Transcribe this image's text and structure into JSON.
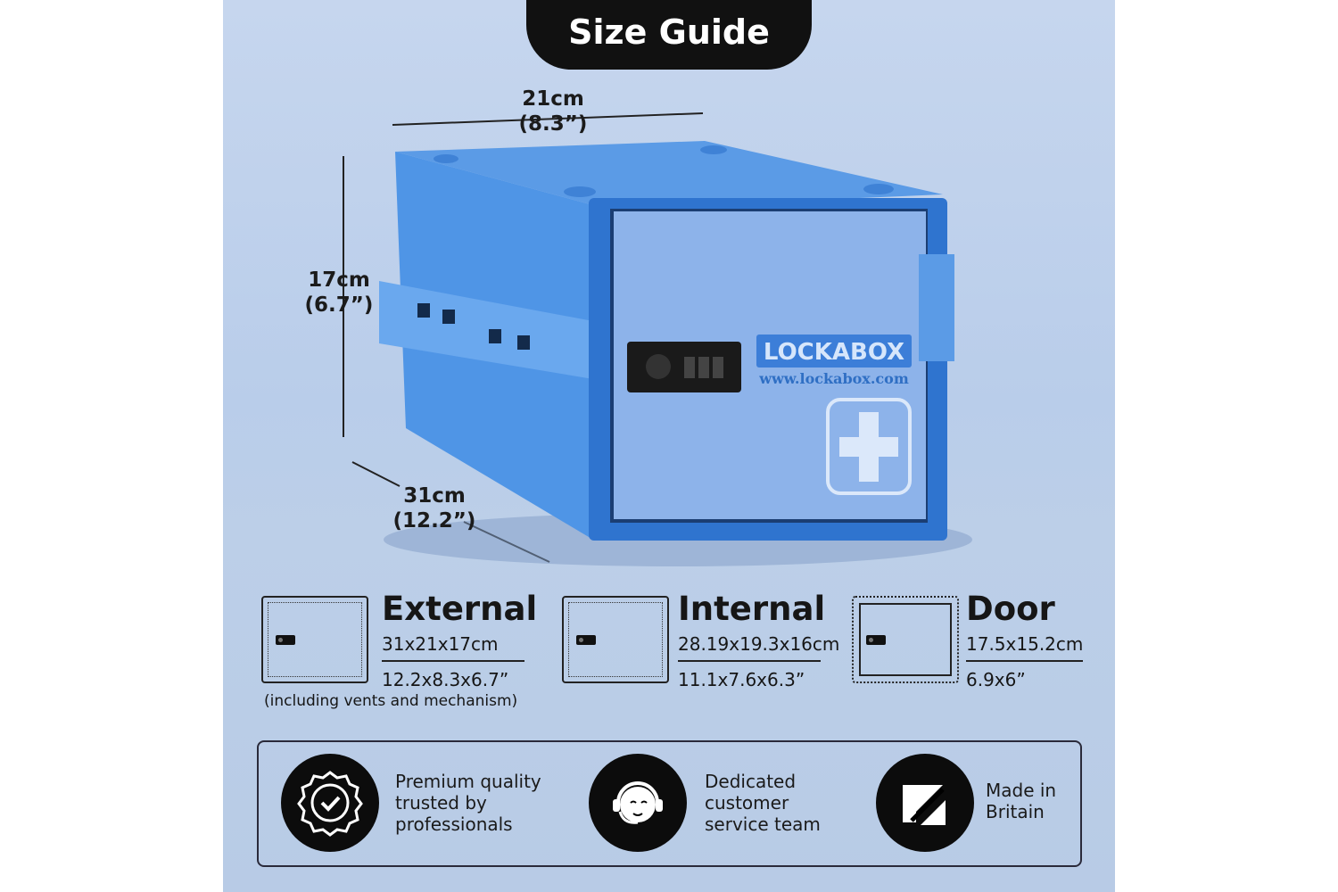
{
  "title": "Size Guide",
  "dimensions": {
    "width": {
      "cm": "21cm",
      "in": "(8.3”)"
    },
    "height": {
      "cm": "17cm",
      "in": "(6.7”)"
    },
    "depth": {
      "cm": "31cm",
      "in": "(12.2”)"
    }
  },
  "product": {
    "brand": "LOCKABOX",
    "url": "www.lockabox.com",
    "colors": {
      "body": "#3b7fd6",
      "door": "#8fb3ea"
    }
  },
  "specs": [
    {
      "name": "External",
      "metric": "31x21x17cm",
      "imperial": "12.2x8.3x6.7”"
    },
    {
      "name": "Internal",
      "metric": "28.19x19.3x16cm",
      "imperial": "11.1x7.6x6.3”"
    },
    {
      "name": "Door",
      "metric": "17.5x15.2cm",
      "imperial": "6.9x6”"
    }
  ],
  "external_note": "(including vents and mechanism)",
  "features": [
    {
      "icon": "quality-badge-icon",
      "text": [
        "Premium quality",
        "trusted by",
        "professionals"
      ]
    },
    {
      "icon": "headset-agent-icon",
      "text": [
        "Dedicated",
        "customer",
        "service team"
      ]
    },
    {
      "icon": "made-in-britain-icon",
      "text": [
        "Made in",
        "Britain"
      ]
    }
  ]
}
